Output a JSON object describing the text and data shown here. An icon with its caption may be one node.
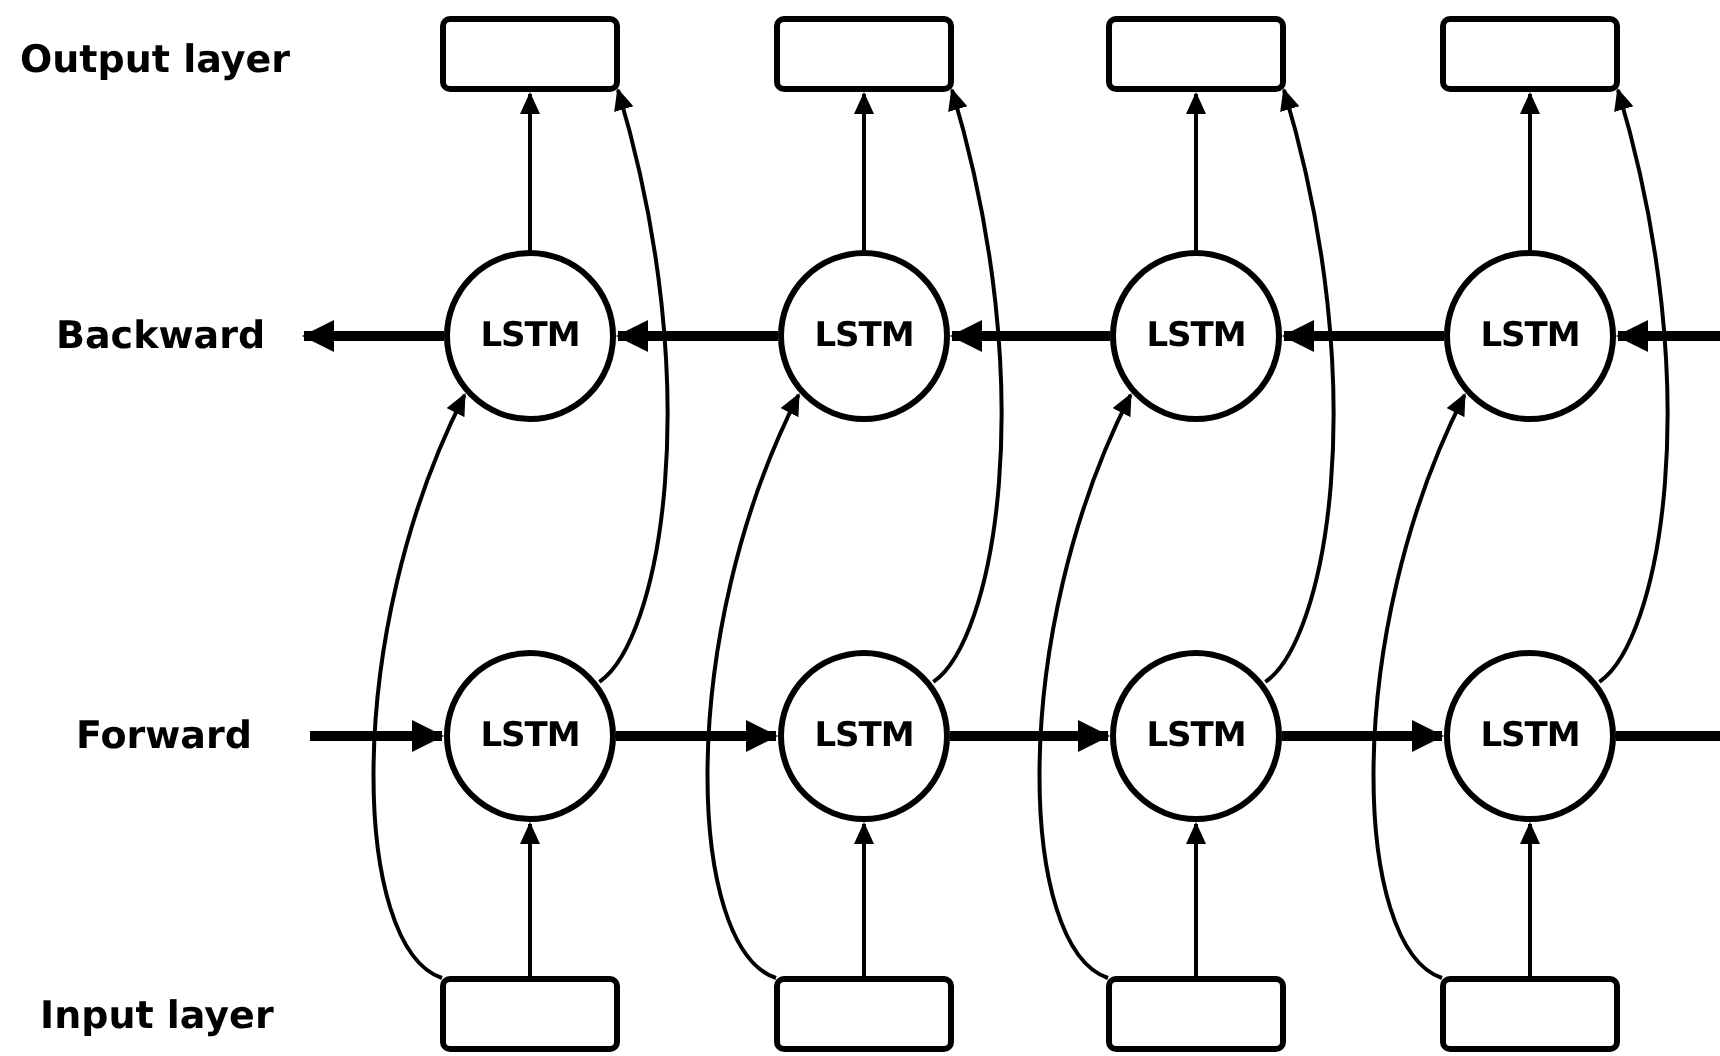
{
  "diagram": {
    "nodes": [
      {
        "text": [],
        "shape": "box"
      },
      {
        "text": [],
        "shape": "box"
      },
      {
        "text": [],
        "shape": "box"
      },
      {
        "text": [],
        "shape": "box"
      },
      {
        "text": [
          "LSTM"
        ]
      },
      {
        "text": [
          "LSTM"
        ]
      },
      {
        "text": [
          "LSTM"
        ]
      },
      {
        "text": [
          "LSTM"
        ]
      },
      {
        "text": [
          "LSTM"
        ]
      },
      {
        "text": [
          "LSTM"
        ]
      },
      {
        "text": [
          "LSTM"
        ]
      },
      {
        "text": [
          "LSTM"
        ]
      },
      {
        "text": [],
        "shape": "box"
      },
      {
        "text": [],
        "shape": "box"
      },
      {
        "text": [],
        "shape": "box"
      },
      {
        "text": [],
        "shape": "box"
      }
    ],
    "edges": [
      {
        "from": 12,
        "to": 8,
        "arrow": "to"
      },
      {
        "from": 13,
        "to": 9,
        "arrow": "to"
      },
      {
        "from": 14,
        "to": 10,
        "arrow": "to"
      },
      {
        "from": 15,
        "to": 11,
        "arrow": "to"
      },
      {
        "from": 12,
        "to": 4,
        "arrow": "to"
      },
      {
        "from": 13,
        "to": 5,
        "arrow": "to"
      },
      {
        "from": 14,
        "to": 6,
        "arrow": "to"
      },
      {
        "from": 15,
        "to": 7,
        "arrow": "to"
      },
      {
        "from": 8,
        "to": 0,
        "arrow": "to"
      },
      {
        "from": 9,
        "to": 1,
        "arrow": "to"
      },
      {
        "from": 10,
        "to": 2,
        "arrow": "to"
      },
      {
        "from": 11,
        "to": 3,
        "arrow": "to"
      },
      {
        "from": 4,
        "to": 0,
        "arrow": "to"
      },
      {
        "from": 5,
        "to": 1,
        "arrow": "to"
      },
      {
        "from": 6,
        "to": 2,
        "arrow": "to"
      },
      {
        "from": 7,
        "to": 3,
        "arrow": "to"
      },
      {
        "from": null,
        "to": 8,
        "arrow": "to",
        "style": "thick"
      },
      {
        "from": 8,
        "to": 9,
        "arrow": "to",
        "style": "thick"
      },
      {
        "from": 9,
        "to": 10,
        "arrow": "to",
        "style": "thick"
      },
      {
        "from": 10,
        "to": 11,
        "arrow": "to",
        "style": "thick"
      },
      {
        "from": 11,
        "to": null,
        "arrow": "none",
        "style": "thick"
      },
      {
        "from": null,
        "to": 7,
        "arrow": "to",
        "style": "thick"
      },
      {
        "from": 7,
        "to": 6,
        "arrow": "to",
        "style": "thick"
      },
      {
        "from": 6,
        "to": 5,
        "arrow": "to",
        "style": "thick"
      },
      {
        "from": 5,
        "to": 4,
        "arrow": "to",
        "style": "thick"
      },
      {
        "from": 4,
        "to": null,
        "arrow": "to",
        "style": "thick"
      }
    ],
    "labels": [
      "Output layer",
      "Backward",
      "Forward",
      "Input layer"
    ]
  }
}
